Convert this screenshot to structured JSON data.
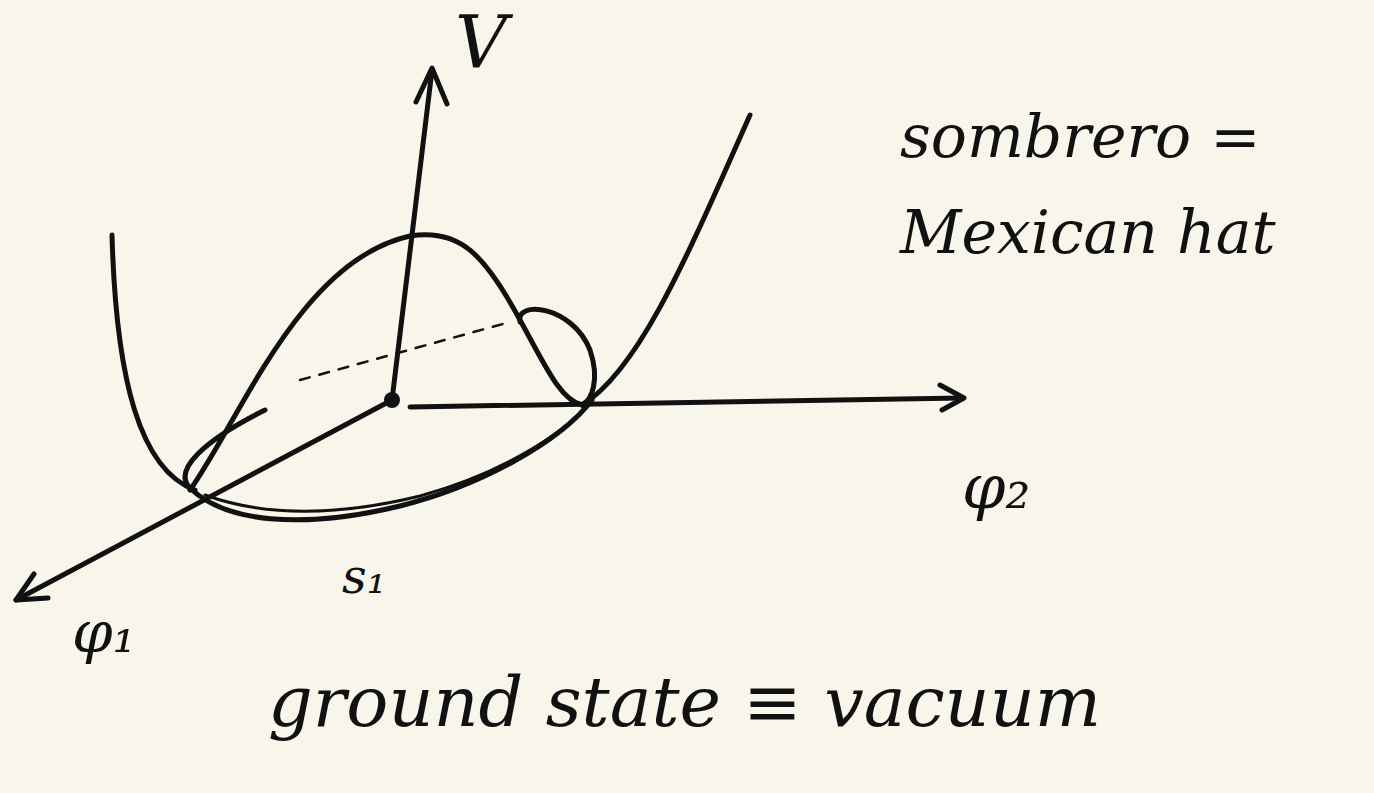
{
  "diagram": {
    "labels": [
      "V",
      "sombrero = Mexican hat",
      "φ₂",
      "φ₁",
      "s₁",
      "ground state ≡ vacuum"
    ]
  }
}
